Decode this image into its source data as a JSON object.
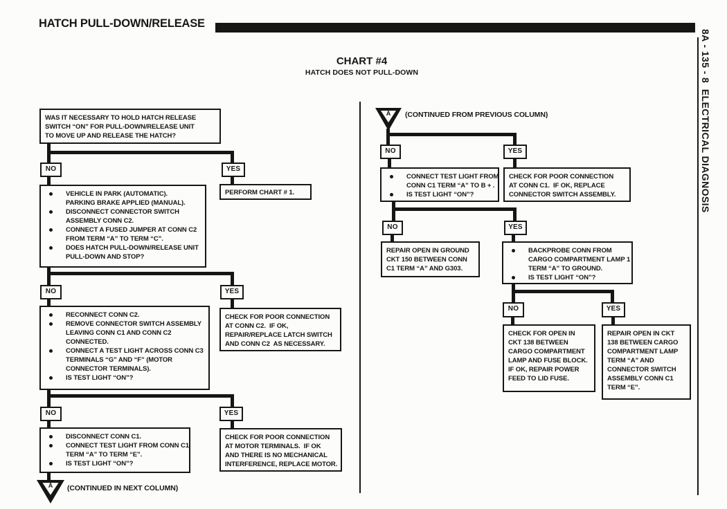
{
  "header": {
    "title": "HATCH PULL-DOWN/RELEASE",
    "sidebar": "8A - 135 - 8  ELECTRICAL DIAGNOSIS"
  },
  "chart": {
    "title": "CHART #4",
    "subtitle": "HATCH DOES NOT PULL-DOWN"
  },
  "labels": {
    "no": "NO",
    "yes": "YES",
    "connector": "A",
    "continued_next": "(CONTINUED IN NEXT COLUMN)",
    "continued_prev": "(CONTINUED FROM PREVIOUS COLUMN)"
  },
  "left": {
    "question": "WAS IT NECESSARY TO HOLD HATCH RELEASE\nSWITCH “ON” FOR PULL-DOWN/RELEASE UNIT\nTO MOVE UP AND RELEASE THE HATCH?",
    "perform": "PERFORM CHART # 1.",
    "step2": [
      "VEHICLE IN PARK (AUTOMATIC).\nPARKING BRAKE APPLIED (MANUAL).",
      "DISCONNECT CONNECTOR SWITCH\nASSEMBLY CONN C2.",
      "CONNECT A FUSED JUMPER AT CONN C2\nFROM TERM “A” TO TERM “C”.",
      "DOES HATCH PULL-DOWN/RELEASE UNIT\nPULL-DOWN AND STOP?"
    ],
    "check_c2": "CHECK FOR POOR CONNECTION\nAT CONN C2.  IF OK,\nREPAIR/REPLACE LATCH SWITCH\nAND CONN C2  AS NECESSARY.",
    "step3": [
      "RECONNECT CONN C2.",
      "REMOVE CONNECTOR SWITCH ASSEMBLY\nLEAVING CONN C1 AND CONN C2\nCONNECTED.",
      "CONNECT A TEST LIGHT ACROSS CONN C3\nTERMINALS “G” AND “F” (MOTOR\nCONNECTOR TERMINALS).",
      "IS TEST LIGHT “ON”?"
    ],
    "check_motor": "CHECK FOR POOR CONNECTION\nAT MOTOR TERMINALS.  IF OK\nAND THERE IS NO MECHANICAL\nINTERFERENCE, REPLACE MOTOR.",
    "step4": [
      "DISCONNECT CONN C1.",
      "CONNECT TEST LIGHT FROM CONN C1\nTERM “A” TO TERM “E”.",
      "IS TEST LIGHT “ON”?"
    ]
  },
  "right": {
    "step1": [
      "CONNECT TEST LIGHT FROM\nCONN C1 TERM “A” TO B + .",
      "IS TEST LIGHT “ON”?"
    ],
    "check_c1": "CHECK FOR POOR CONNECTION\nAT CONN C1.  IF OK, REPLACE\nCONNECTOR SWITCH ASSEMBLY.",
    "repair_ground": "REPAIR OPEN IN GROUND\nCKT 150 BETWEEN CONN\nC1 TERM “A” AND G303.",
    "backprobe": [
      "BACKPROBE CONN FROM\nCARGO COMPARTMENT LAMP 1\nTERM “A” TO GROUND.",
      "IS TEST LIGHT “ON”?"
    ],
    "check_open": "CHECK FOR OPEN IN\nCKT 138 BETWEEN\nCARGO COMPARTMENT\nLAMP AND FUSE BLOCK.\nIF OK, REPAIR POWER\nFEED TO LID FUSE.",
    "repair_ckt138": "REPAIR OPEN IN CKT\n138 BETWEEN CARGO\nCOMPARTMENT LAMP\nTERM “A” AND\nCONNECTOR SWITCH\nASSEMBLY CONN C1\nTERM “E”."
  },
  "colors": {
    "ink": "#161616",
    "paper": "#fcfcfa"
  }
}
